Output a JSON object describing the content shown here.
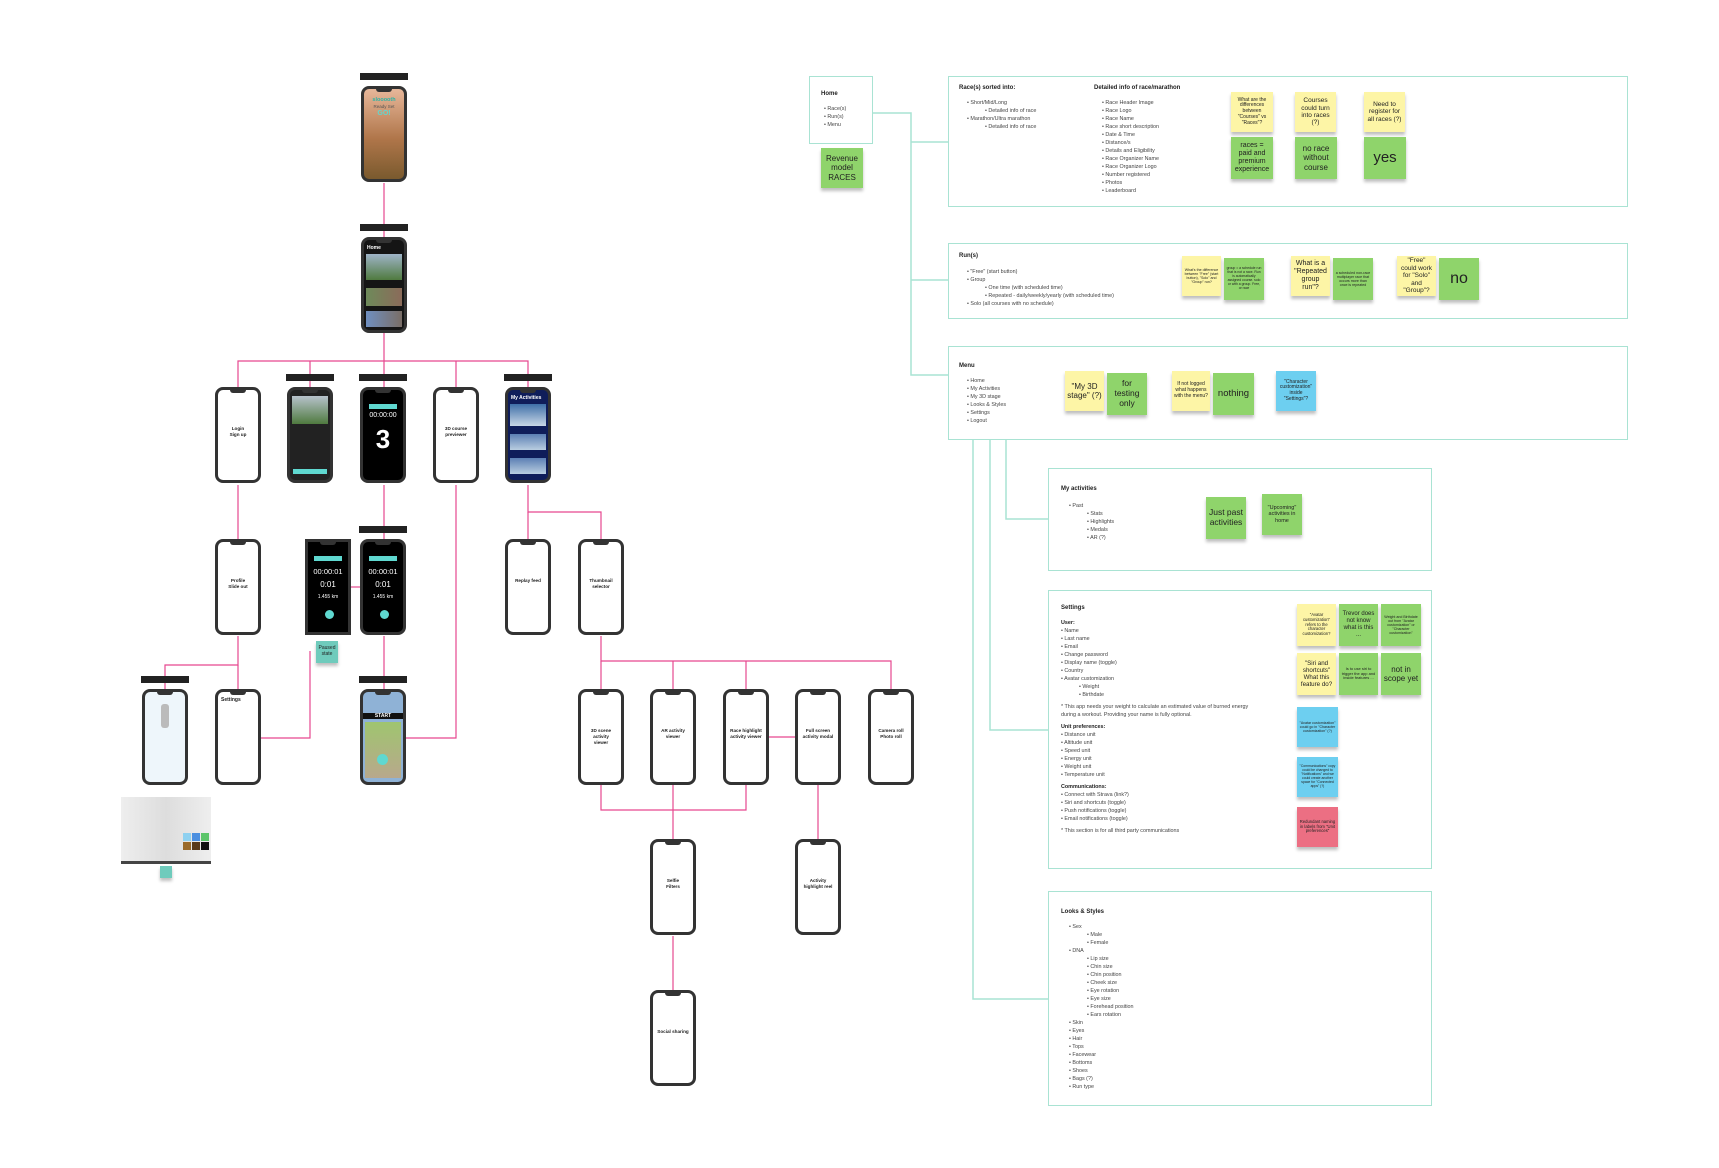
{
  "colors": {
    "flow_line": "#e6488f",
    "outline_line": "#a9e3d3",
    "sticky_yellow": "#fdf5a6",
    "sticky_green": "#8fd46b",
    "sticky_blue": "#6dcff0",
    "sticky_red": "#ec6f83"
  },
  "screens": {
    "splash": {
      "brand": "slooooth",
      "tagline": "Ready  Set",
      "go": "GO!"
    },
    "home": {
      "title": "Home"
    },
    "countdown": {
      "timer": "00:00:00",
      "count": "3"
    },
    "my_activities": {
      "title": "My Activities"
    },
    "paused": {
      "timer": "00:00:01",
      "pace": "0:01",
      "distance": "1.455 km"
    },
    "running": {
      "timer": "00:00:01",
      "pace": "0:01",
      "distance": "1.455 km"
    },
    "settings": {
      "title": "Settings"
    },
    "course_start": {
      "start": "START"
    }
  },
  "wireframes": {
    "login": "Login\nSign up",
    "course_preview": "3D course\npreviewer",
    "profile": "Profile\nSlide out",
    "replay": "Replay feed",
    "thumbnail": "Thumbnail\nselector",
    "scene3d": "3D scene\nactivity\nviewer",
    "ar": "AR activity\nviewer",
    "race_highlight": "Race highlight\nactivity viewer",
    "fullscreen": "Full screen\nactivity modal",
    "camera": "Camera roll\nPhoto roll",
    "selfie": "Selfie\nFilters",
    "highlight_reel": "Activity\nhighlight reel",
    "social": "Social sharing"
  },
  "paused_note": "Paused state",
  "home_box": {
    "title": "Home",
    "items": [
      "Race(s)",
      "Run(s)",
      "Menu"
    ],
    "sticky": "Revenue model RACES"
  },
  "races": {
    "title": "Race(s) sorted into:",
    "items": [
      [
        "l1",
        "Short/Mid/Long"
      ],
      [
        "l2",
        "Detailed info of race"
      ],
      [
        "l1",
        "Marathon/Ultra marathon"
      ],
      [
        "l2",
        "Detailed info of race"
      ]
    ],
    "detail_title": "Detailed info of race/marathon",
    "details": [
      "Race Header Image",
      "Race Logo",
      "Race Name",
      "Race short description",
      "Date & Time",
      "Distance/s",
      "Details and Eligibility",
      "Race Organizer Name",
      "Race Organizer Logo",
      "Number registered",
      "Photos",
      "Leaderboard"
    ],
    "stickies": [
      "What are the differences between \"Courses\" vs \"Races\"?",
      "races = paid and premium experience",
      "Courses could turn into races (?)",
      "no race without course",
      "Need to register for all races (?)",
      "yes"
    ]
  },
  "runs": {
    "title": "Run(s)",
    "items": [
      [
        "l1",
        "\"Free\" (start button)"
      ],
      [
        "l1",
        "Group"
      ],
      [
        "l2",
        "One time (with scheduled time)"
      ],
      [
        "l2",
        "Repeated - daily/weekly/yearly (with scheduled time)"
      ],
      [
        "l1",
        "Solo (all courses with no schedule)"
      ]
    ],
    "stickies": [
      "What's the difference between \"Free\" (start button), \"Solo\" and \"Group\" run?",
      "group = a schedule run that is not a race. Run is automatically assigned course. solo or with a group. Free, or race",
      "What is a \"Repeated group run\"?",
      "a scheduled non-race multiplayer race that occurs more than once is repeated",
      "\"Free\" could work for \"Solo\" and \"Group\"?",
      "no"
    ]
  },
  "menu": {
    "title": "Menu",
    "items": [
      "Home",
      "My Activities",
      "My 3D stage",
      "Looks & Styles",
      "Settings",
      "Logout"
    ],
    "stickies": [
      "\"My 3D stage\" (?)",
      "for testing only",
      "If not logged what happens with the menu?",
      "nothing",
      "\"Character customization\" inside \"Settings\"?"
    ]
  },
  "activities": {
    "title": "My activities",
    "items": [
      [
        "l1",
        "Past"
      ],
      [
        "l2",
        "Stats"
      ],
      [
        "l2",
        "Highlights"
      ],
      [
        "l2",
        "Medals"
      ],
      [
        "l2",
        "AR (?)"
      ]
    ],
    "stickies": [
      "Just past activities",
      "\"Upcoming\" activities in home"
    ]
  },
  "settings": {
    "title": "Settings",
    "items": [
      [
        "hd",
        "User:"
      ],
      [
        "l1",
        "Name"
      ],
      [
        "l1",
        "Last name"
      ],
      [
        "l1",
        "Email"
      ],
      [
        "l1",
        "Change password"
      ],
      [
        "l1",
        "Display name (toggle)"
      ],
      [
        "l1",
        "Country"
      ],
      [
        "l1",
        "Avatar customization"
      ],
      [
        "l2",
        "Weight"
      ],
      [
        "l2",
        "Birthdate"
      ],
      [
        "note",
        "* This app needs your weight to calculate an estimated value of burned energy"
      ],
      [
        "txt",
        "during a workout. Providing your name is fully optional."
      ],
      [
        "hd",
        "Unit preferences:"
      ],
      [
        "l1",
        "Distance unit"
      ],
      [
        "l1",
        "Altitude unit"
      ],
      [
        "l1",
        "Speed unit"
      ],
      [
        "l1",
        "Energy unit"
      ],
      [
        "l1",
        "Weight unit"
      ],
      [
        "l1",
        "Temperature unit"
      ],
      [
        "hd",
        "Communications:"
      ],
      [
        "l1",
        "Connect with Strava (link?)"
      ],
      [
        "l1",
        "Siri and shortcuts (toggle)"
      ],
      [
        "l1",
        "Push notifications (toggle)"
      ],
      [
        "l1",
        "Email notifications (toggle)"
      ],
      [
        "note",
        "* This section is for all third party communications"
      ]
    ],
    "stickies": [
      "\"Avatar customization\" refers to the character customization?",
      "Trevor does not know what is this ...",
      "Weight and Birthdate out from \"Avatar customization\" or \"Character customization\"",
      "\"Siri and shortcuts\" What this feature do?",
      "Is to use siri to trigger the app and inside features ...",
      "not in scope yet",
      "\"Avatar customization\" could go in \"Character customization\" (?)",
      "\"Communications\" copy could be changed to \"Notifications\" and we could create another space for \"Connected apps\" (?)",
      "Redundant naming in labels from \"Unit preferences\""
    ]
  },
  "looks": {
    "title": "Looks & Styles",
    "items": [
      [
        "l1",
        "Sex"
      ],
      [
        "l2",
        "Male"
      ],
      [
        "l2",
        "Female"
      ],
      [
        "l1",
        "DNA"
      ],
      [
        "l2",
        "Lip size"
      ],
      [
        "l2",
        "Chin size"
      ],
      [
        "l2",
        "Chin position"
      ],
      [
        "l2",
        "Cheek size"
      ],
      [
        "l2",
        "Eye rotation"
      ],
      [
        "l2",
        "Eye size"
      ],
      [
        "l2",
        "Forehead position"
      ],
      [
        "l2",
        "Ears rotation"
      ],
      [
        "l1",
        "Skin"
      ],
      [
        "l1",
        "Eyes"
      ],
      [
        "l1",
        "Hair"
      ],
      [
        "l1",
        "Tops"
      ],
      [
        "l1",
        "Facewear"
      ],
      [
        "l1",
        "Bottoms"
      ],
      [
        "l1",
        "Shoes"
      ],
      [
        "l1",
        "Bags (?)"
      ],
      [
        "l1",
        "Run type"
      ]
    ]
  }
}
